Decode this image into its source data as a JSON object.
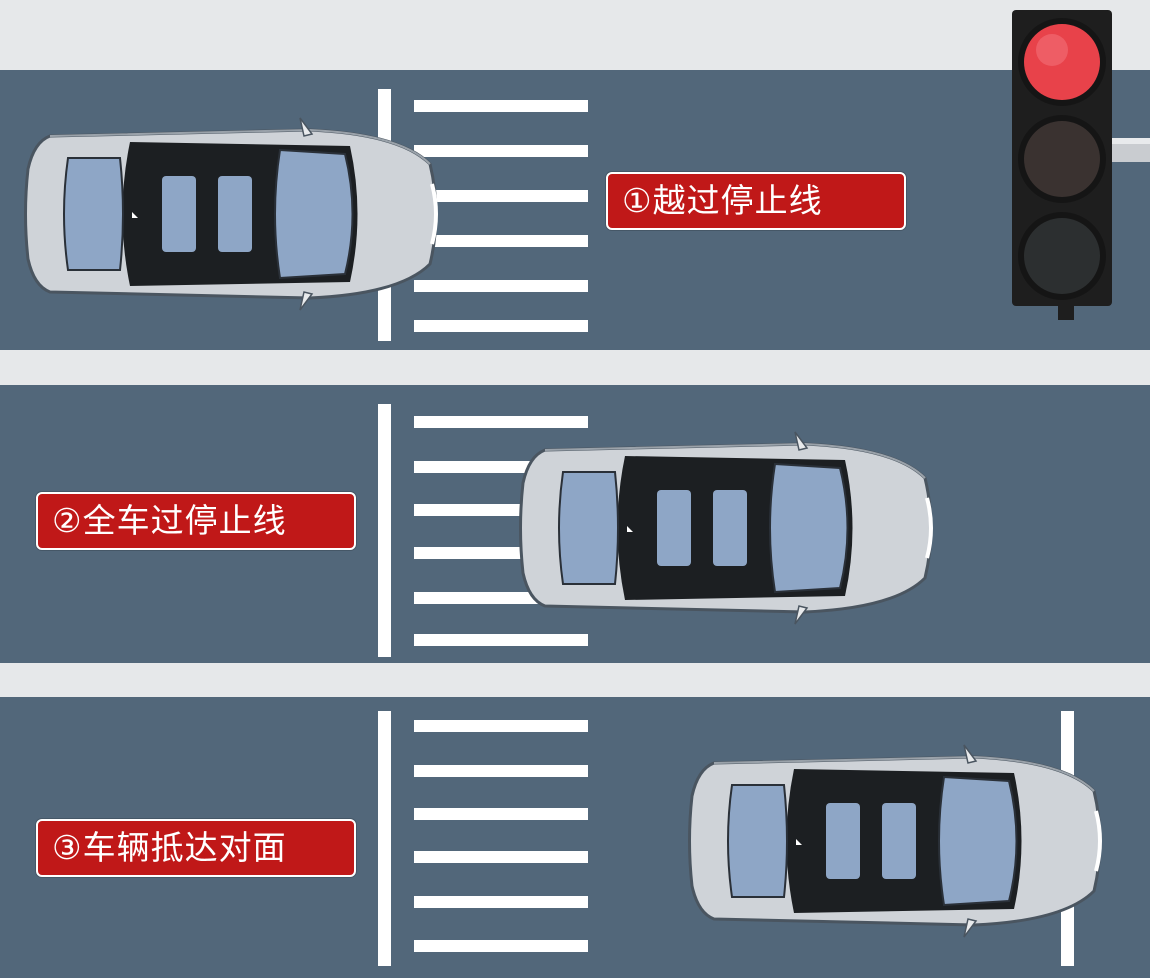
{
  "labels": {
    "step1": "①越过停止线",
    "step2": "②全车过停止线",
    "step3": "③车辆抵达对面"
  },
  "traffic_light": {
    "active_lamp": "red",
    "colors": {
      "red": "#e8424a",
      "off": "#3a3230",
      "housing": "#1e1e1e"
    }
  },
  "colors": {
    "road": "#52677a",
    "separator": "#e6e8ea",
    "label_bg": "#c01818",
    "marking": "#ffffff",
    "car_body": "#cfd3d8",
    "car_glass": "#8ea6c6"
  }
}
